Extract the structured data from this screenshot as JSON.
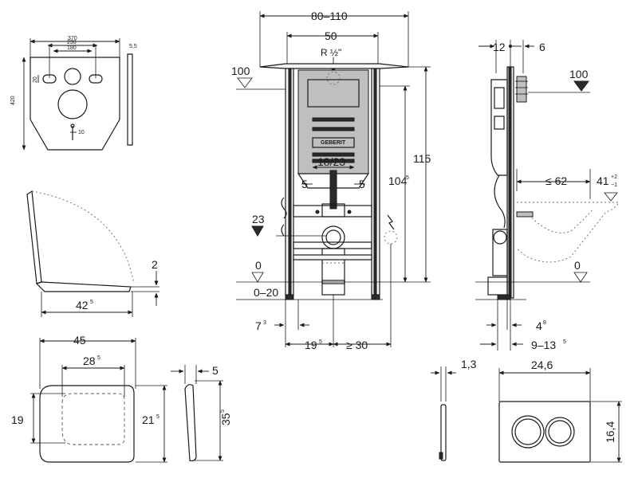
{
  "mat": {
    "w": "370",
    "a": "230",
    "b": "180",
    "h": "420",
    "slot": "20",
    "hole": "10",
    "t": "5,5"
  },
  "seat": {
    "gap": "2",
    "depth": "42",
    "depth_sup": "5"
  },
  "lid": {
    "w": "45",
    "inner_w": "28",
    "inner_w_sup": "5",
    "h": "19",
    "inner_h": "21",
    "inner_h_sup": "5",
    "side_t": "5",
    "side_h": "35",
    "side_h_sup": "5"
  },
  "front": {
    "w_range": "80–110",
    "w_inner": "50",
    "thread": "R ½\"",
    "lvl_left": "100",
    "brand": "GEBERIT",
    "flush_spacing": "18/23",
    "off_l": "5",
    "off_r": "5",
    "height_total": "115",
    "height_frame": "104",
    "height_frame_sup": "5",
    "supply": "23",
    "floor": "0",
    "floor_range": "0–20",
    "foot": "7",
    "foot_sup": "3",
    "pipe": "19",
    "pipe_sup": "5",
    "spacing": "≥ 30"
  },
  "side": {
    "top_a": "12",
    "top_b": "6",
    "lvl": "100",
    "reach": "≤ 62",
    "bowl": "41",
    "bowl_tol_up": "+2",
    "bowl_tol_dn": "−1",
    "floor": "0",
    "foot": "4",
    "foot_sup": "8",
    "range": "9–13",
    "range_sup": "5"
  },
  "plate": {
    "side_t": "1,3",
    "w": "24,6",
    "h": "16,4"
  }
}
